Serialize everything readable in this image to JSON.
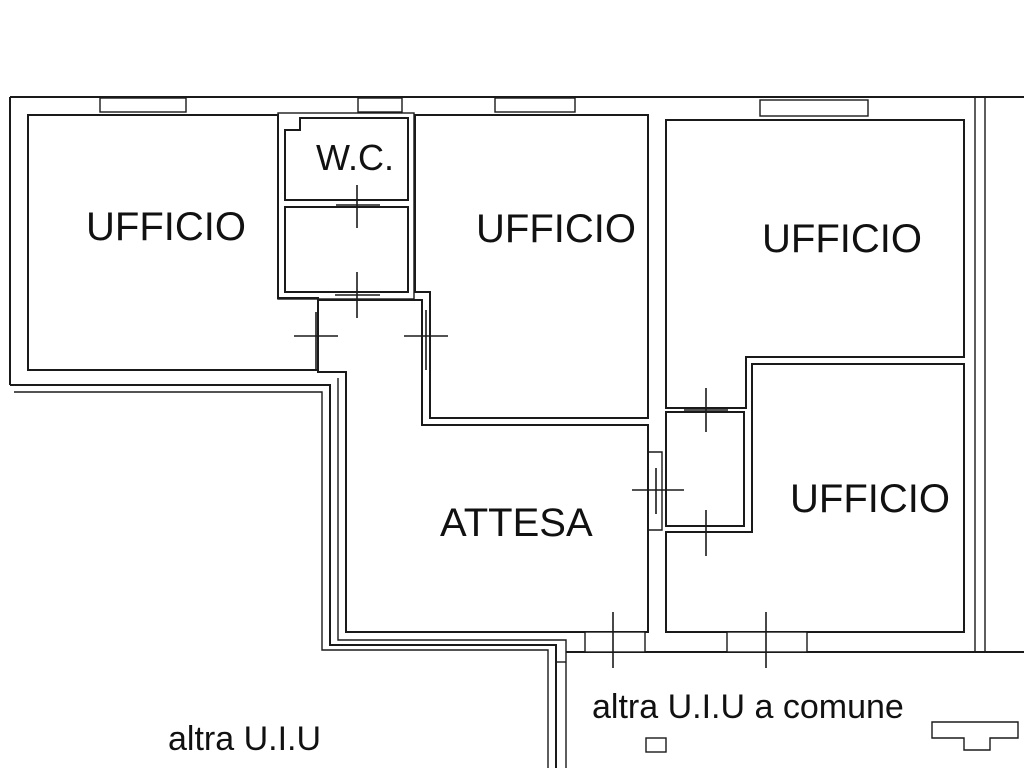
{
  "rooms": {
    "wc": "W.C.",
    "office_1": "UFFICIO",
    "office_2": "UFFICIO",
    "office_3": "UFFICIO",
    "office_4": "UFFICIO",
    "waiting": "ATTESA"
  },
  "outside": {
    "other_unit": "altra U.I.U",
    "other_unit_common": "altra U.I.U a comune"
  }
}
